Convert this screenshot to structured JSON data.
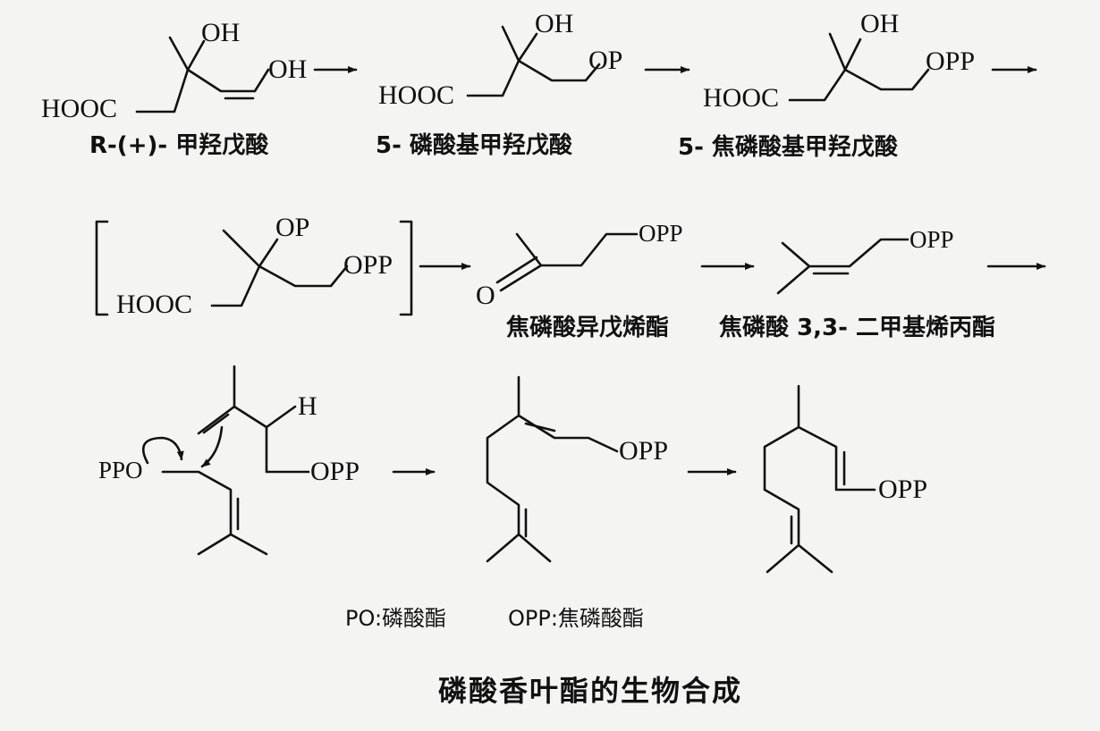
{
  "title": "磷酸香叶酯的生物合成",
  "legend": {
    "po": "PO:磷酸酯",
    "opp": "OPP:焦磷酸酯"
  },
  "compounds": [
    {
      "name": "R-(+)- 甲羟戊酸",
      "atoms": {
        "hooc": "HOOC",
        "oh_top": "OH",
        "oh_end": "OH"
      }
    },
    {
      "name": "5- 磷酸基甲羟戊酸",
      "atoms": {
        "hooc": "HOOC",
        "oh_top": "OH",
        "end": "OP"
      }
    },
    {
      "name": "5- 焦磷酸基甲羟戊酸",
      "atoms": {
        "hooc": "HOOC",
        "oh_top": "OH",
        "end": "OPP"
      }
    },
    {
      "name": "",
      "atoms": {
        "hooc": "HOOC",
        "op_top": "OP",
        "end": "OPP"
      }
    },
    {
      "name": "焦磷酸异戊烯酯",
      "atoms": {
        "o": "O",
        "end": "OPP"
      }
    },
    {
      "name": "焦磷酸 3,3- 二甲基烯丙酯",
      "atoms": {
        "end": "OPP"
      }
    },
    {
      "name": "",
      "atoms": {
        "ppo": "PPO",
        "h": "H",
        "end": "OPP"
      }
    },
    {
      "name": "",
      "atoms": {
        "end": "OPP"
      }
    },
    {
      "name": "",
      "atoms": {
        "end": "OPP"
      }
    }
  ]
}
